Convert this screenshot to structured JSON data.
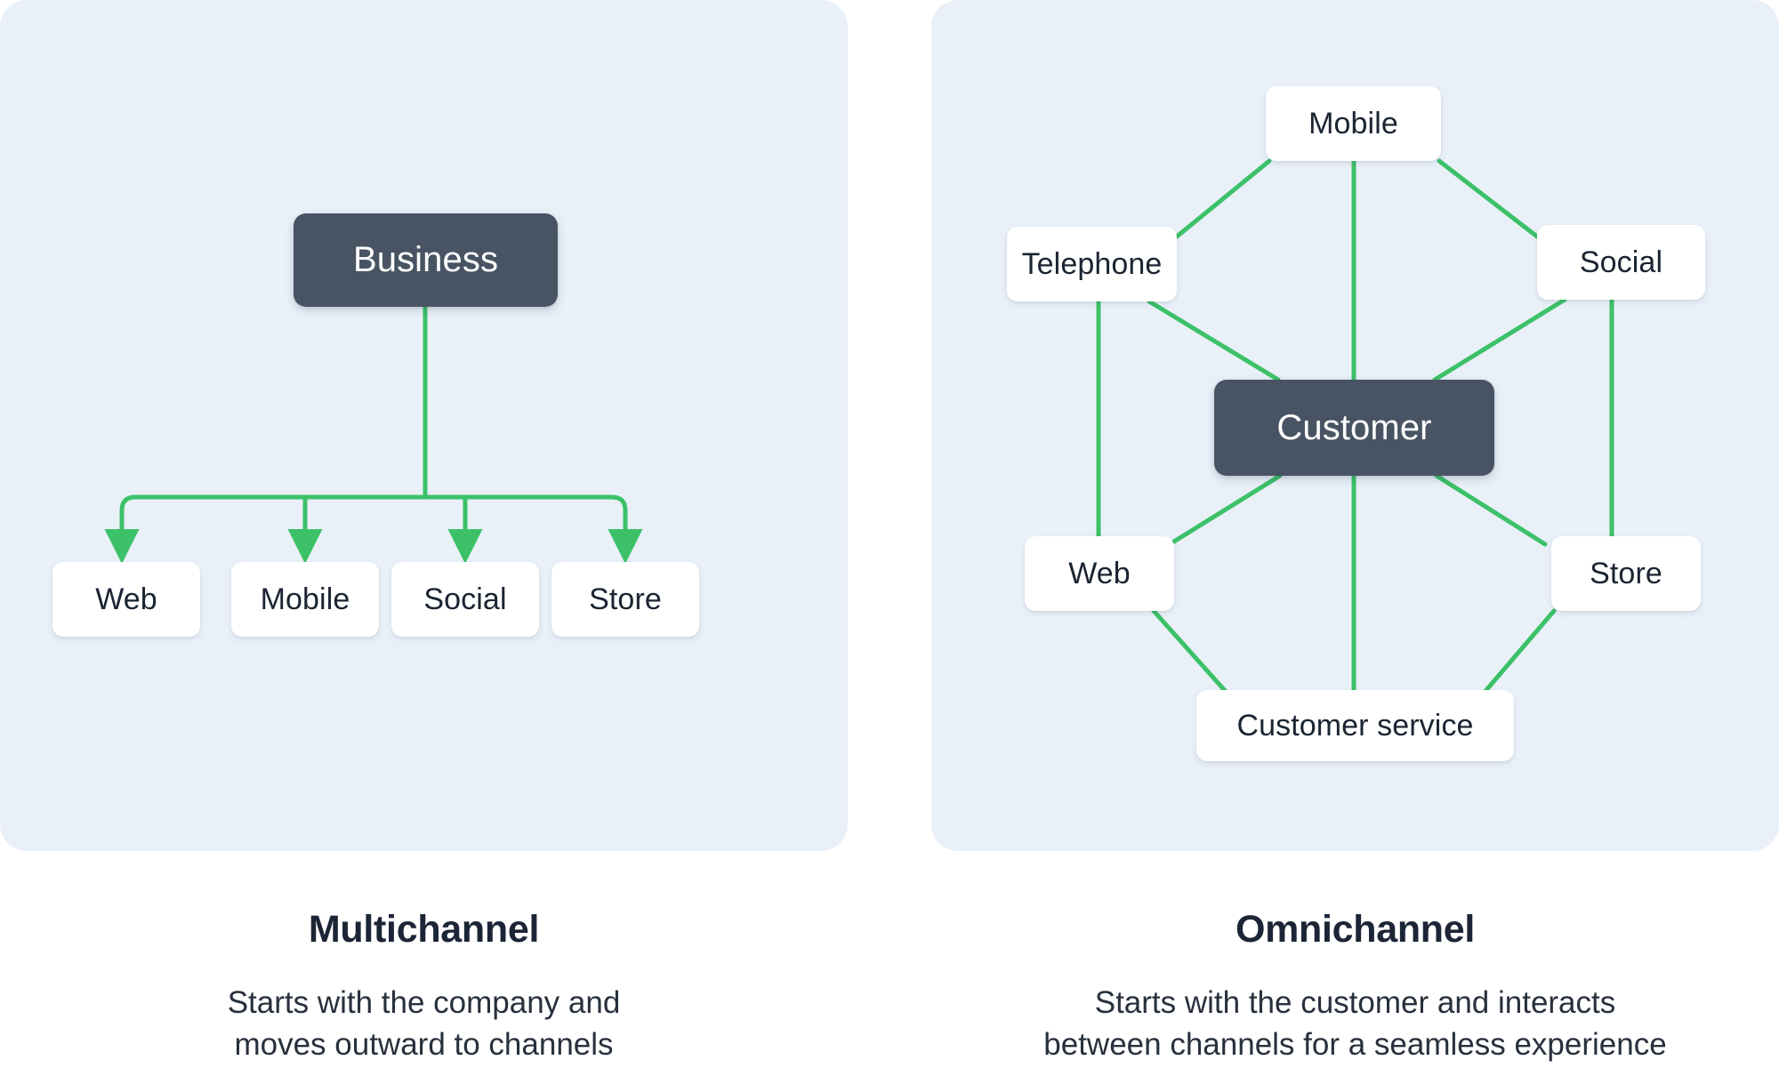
{
  "colors": {
    "panel_background": "#e9f0f8",
    "page_background": "#ffffff",
    "hub_node_fill": "#485463",
    "hub_node_text": "#ffffff",
    "channel_node_fill": "#ffffff",
    "channel_node_text": "#1b2432",
    "connector_green": "#3cc168",
    "caption_title": "#1b2536",
    "caption_body": "#28303d"
  },
  "left_panel": {
    "name": "multichannel-diagram",
    "hub": {
      "label": "Business"
    },
    "channels": [
      {
        "label": "Web"
      },
      {
        "label": "Mobile"
      },
      {
        "label": "Social"
      },
      {
        "label": "Store"
      }
    ],
    "connection_style": "one-to-many directed arrows from hub down to each channel"
  },
  "right_panel": {
    "name": "omnichannel-diagram",
    "hub": {
      "label": "Customer"
    },
    "channels": [
      {
        "label": "Mobile"
      },
      {
        "label": "Telephone"
      },
      {
        "label": "Social"
      },
      {
        "label": "Web"
      },
      {
        "label": "Store"
      },
      {
        "label": "Customer service"
      }
    ],
    "connection_style": "undirected mesh: each channel links to the hub and to its neighbouring channels"
  },
  "captions": {
    "left": {
      "title": "Multichannel",
      "body_lines": [
        "Starts with the company and",
        "moves outward to channels"
      ]
    },
    "right": {
      "title": "Omnichannel",
      "body_lines": [
        "Starts with the customer and interacts",
        "between channels for a seamless experience"
      ]
    }
  }
}
